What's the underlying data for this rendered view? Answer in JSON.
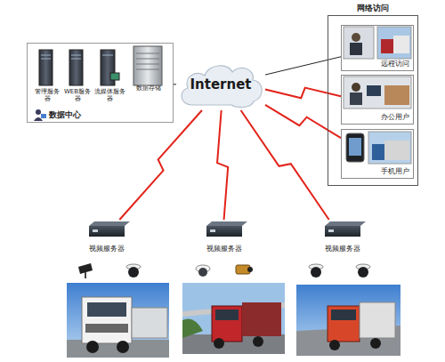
{
  "diagram": {
    "nodes": [
      {
        "text": [
          "数据中心"
        ]
      },
      {
        "text": [
          "管理服务器"
        ],
        "in": 0
      },
      {
        "text": [
          "WEB服务器"
        ],
        "in": 0
      },
      {
        "text": [
          "流媒体服务器"
        ],
        "in": 0
      },
      {
        "text": [
          "数据存储"
        ],
        "in": 0
      },
      {
        "text": [
          "Internet"
        ]
      },
      {
        "text": [
          "网络访问"
        ]
      },
      {
        "text": [
          "远程访问"
        ],
        "in": 6
      },
      {
        "text": [
          "办公用户"
        ],
        "in": 6
      },
      {
        "text": [
          "手机用户"
        ],
        "in": 6
      },
      {
        "text": [
          "视频服务器"
        ]
      },
      {
        "text": [
          "视频服务器"
        ]
      },
      {
        "text": [
          "视频服务器"
        ]
      }
    ],
    "edges": [
      {
        "from": 0,
        "to": 5,
        "arrow": "none"
      },
      {
        "from": 5,
        "to": 7,
        "arrow": "none"
      },
      {
        "from": 5,
        "to": 8,
        "arrow": "none"
      },
      {
        "from": 5,
        "to": 9,
        "arrow": "none"
      },
      {
        "from": 5,
        "to": 10,
        "arrow": "none"
      },
      {
        "from": 5,
        "to": 11,
        "arrow": "none"
      },
      {
        "from": 5,
        "to": 12,
        "arrow": "none"
      }
    ]
  }
}
